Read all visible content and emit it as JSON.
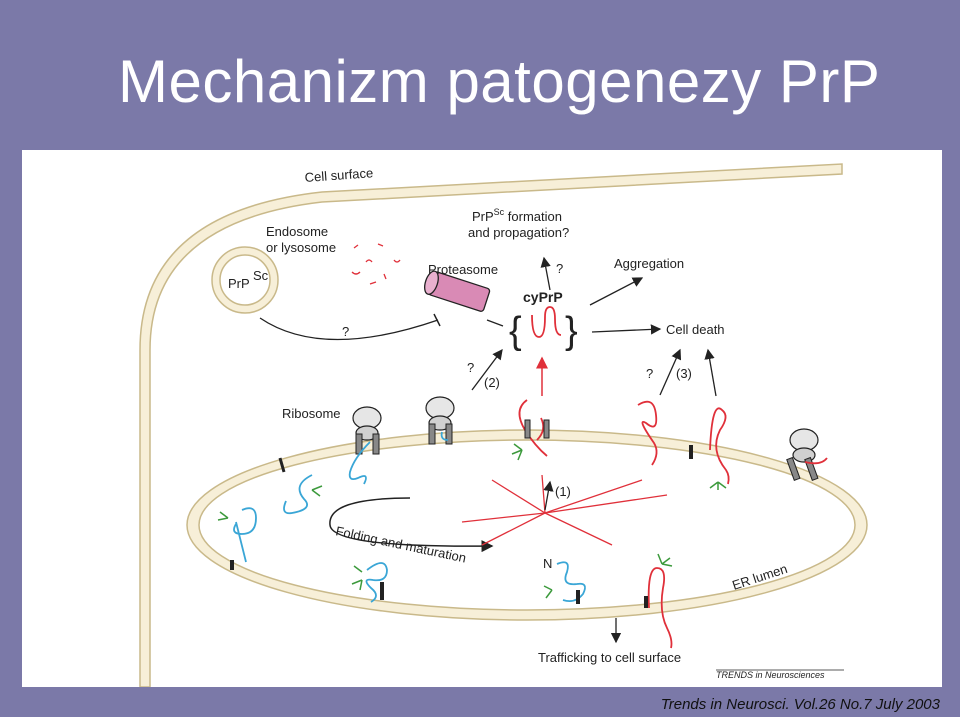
{
  "slide": {
    "title": "Mechanizm patogenezy PrP",
    "citation": "Trends in Neurosci. Vol.26 No.7 July 2003"
  },
  "diagram": {
    "labels": {
      "cell_surface": "Cell surface",
      "endosome_line1": "Endosome",
      "endosome_line2": "or lysosome",
      "prpsc_vesicle_base": "PrP",
      "prpsc_vesicle_sup": "Sc",
      "proteasome": "Proteasome",
      "prpsc_formation_base": "PrP",
      "prpsc_formation_sup": "Sc",
      "prpsc_formation_rest": " formation",
      "prpsc_formation_line2": "and propagation?",
      "cyprp": "cyPrP",
      "aggregation": "Aggregation",
      "cell_death": "Cell death",
      "q_endosome": "?",
      "q_formation": "?",
      "q_route2": "?",
      "route2": "(2)",
      "q_route3": "?",
      "route3": "(3)",
      "route1": "(1)",
      "ribosome": "Ribosome",
      "folding": "Folding and maturation",
      "er_lumen": "ER lumen",
      "n_terminus": "N",
      "trafficking": "Trafficking to cell surface",
      "journal_tag": "TRENDS in Neurosciences"
    },
    "colors": {
      "membrane_fill": "#f7efd8",
      "membrane_stroke": "#c9b98a",
      "prp_native": "#3aa6d6",
      "prp_misfolded": "#e0303a",
      "glycan": "#3c9a3c",
      "proteasome": "#d98ab5"
    }
  }
}
